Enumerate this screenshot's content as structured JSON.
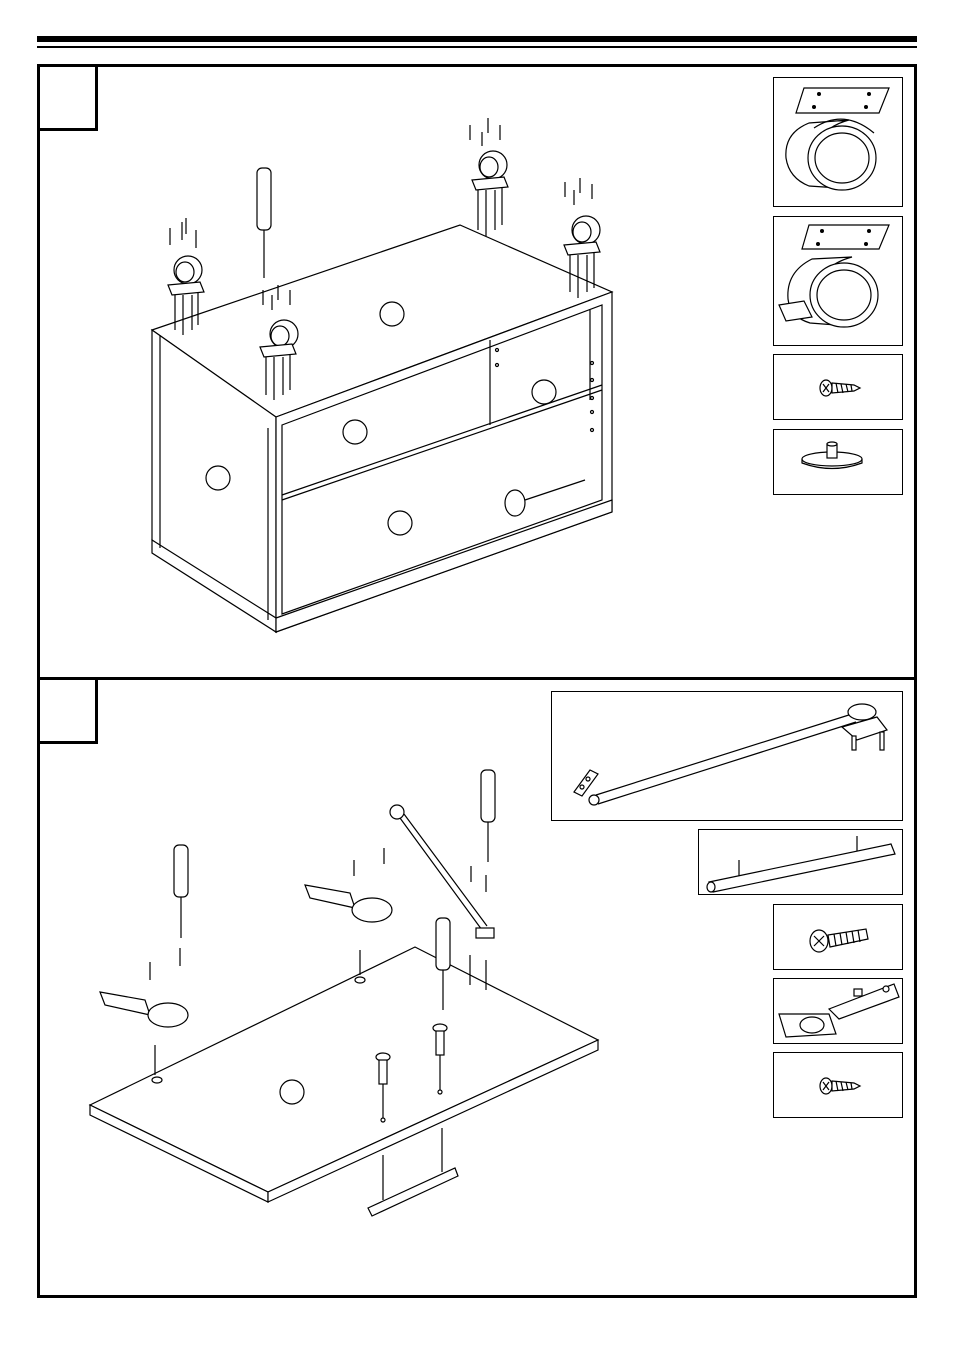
{
  "page": {
    "steps": [
      {
        "number": "",
        "title": ""
      },
      {
        "number": "",
        "title": ""
      }
    ]
  },
  "parts": {
    "step1": [
      "caster-wheel-plain",
      "caster-wheel-braked",
      "short-screw",
      "door-bumper"
    ],
    "step2": [
      "lid-stay",
      "bar-handle",
      "handle-bolt",
      "concealed-hinge",
      "short-screw"
    ]
  },
  "icons": {
    "screwdriver": "screwdriver-icon",
    "screw": "screw-icon",
    "arrow": "down-arrow-icon"
  },
  "colors": {
    "ink": "#000000",
    "paper": "#ffffff"
  }
}
